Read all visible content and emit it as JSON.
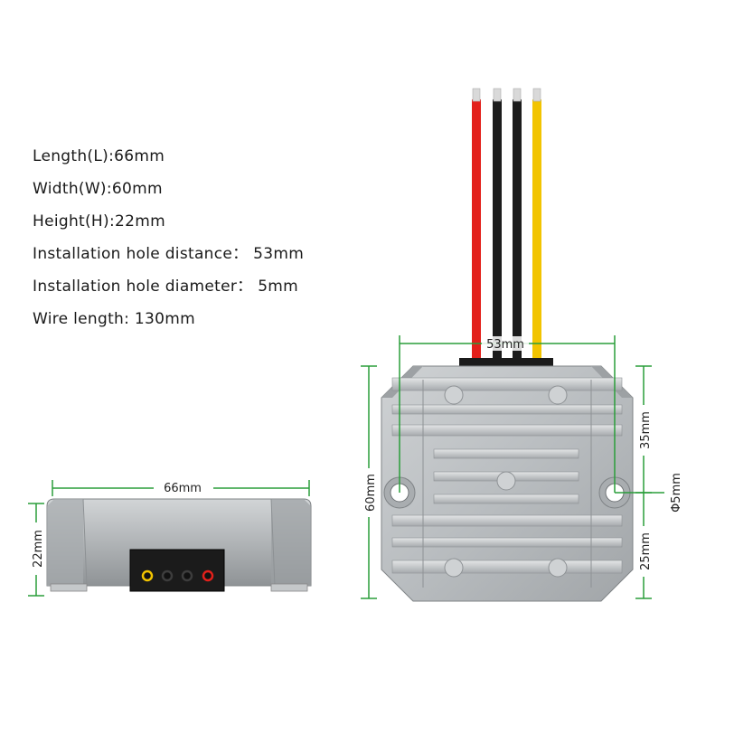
{
  "specs": {
    "length": "Length(L):66mm",
    "width": "Width(W):60mm",
    "height": "Height(H):22mm",
    "hole_distance": "Installation hole distance：  53mm",
    "hole_diameter": "Installation hole diameter：  5mm",
    "wire_length": "Wire length: 130mm"
  },
  "dimensions": {
    "side_length": "66mm",
    "side_height": "22mm",
    "top_hole_distance": "53mm",
    "top_width": "60mm",
    "top_offset_upper": "35mm",
    "top_offset_lower": "25mm",
    "hole_diameter": "Φ5mm"
  },
  "colors": {
    "dimension_line": "#2a9d3a",
    "wire_red": "#e3201b",
    "wire_black": "#1c1c1c",
    "wire_yellow": "#f2c400",
    "housing": "#b4b8bb"
  }
}
